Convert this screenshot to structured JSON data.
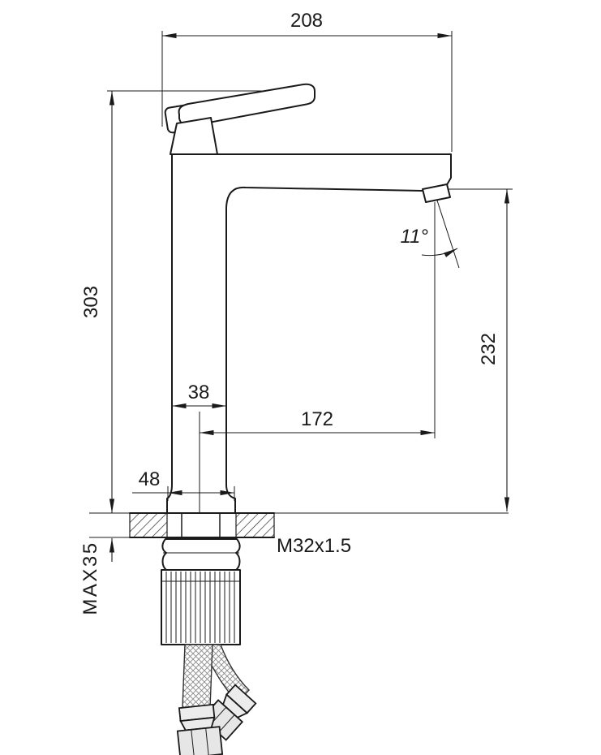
{
  "page": {
    "background": "#ffffff",
    "line_color": "#1a1a1a"
  },
  "drawing": {
    "type": "technical-dimension-drawing",
    "subject": "tall single-lever basin faucet, side elevation with mounting hardware and flexible hoses",
    "dimensions": {
      "total_width": "208",
      "total_height": "303",
      "spout_angle": "11°",
      "spout_outlet_height": "232",
      "body_width": "38",
      "spout_reach": "172",
      "base_width": "48",
      "thread_spec": "M32x1.5",
      "max_deck_thickness": "MAX35"
    }
  }
}
